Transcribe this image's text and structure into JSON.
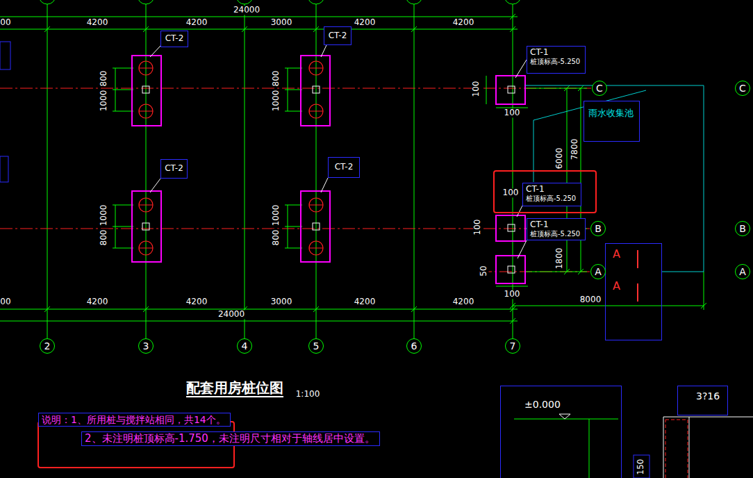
{
  "diagram": {
    "title": "配套用房桩位图",
    "nodes": [
      {
        "text": [
          "CT-2"
        ]
      },
      {
        "text": [
          "CT-2"
        ]
      },
      {
        "text": [
          "CT-1",
          "桩顶标高-5.250"
        ]
      },
      {
        "text": [
          "雨水收集池"
        ]
      },
      {
        "text": [
          "CT-2"
        ]
      },
      {
        "text": [
          "CT-2"
        ]
      },
      {
        "text": [
          "CT-1",
          "桩顶标高-5.250"
        ]
      },
      {
        "text": [
          "CT-1",
          "桩顶标高-5.250"
        ]
      },
      {
        "text": [
          "A",
          "A"
        ]
      },
      {
        "text": [
          "C"
        ]
      },
      {
        "text": [
          "C"
        ]
      },
      {
        "text": [
          "B"
        ]
      },
      {
        "text": [
          "B"
        ]
      },
      {
        "text": [
          "A"
        ]
      },
      {
        "text": [
          "A"
        ]
      },
      {
        "text": [
          "2"
        ]
      },
      {
        "text": [
          "3"
        ]
      },
      {
        "text": [
          "4"
        ]
      },
      {
        "text": [
          "5"
        ]
      },
      {
        "text": [
          "6"
        ]
      },
      {
        "text": [
          "7"
        ]
      },
      {
        "text": [
          "说明：1、所用桩与搅拌站相同，共14个。"
        ]
      },
      {
        "text": [
          "2、未注明桩顶标高-1.750，未注明尺寸相对于轴线居中设置。"
        ]
      },
      {
        "text": [
          "±0.000"
        ]
      },
      {
        "text": [
          "3?16"
        ]
      }
    ],
    "labels": [
      "00",
      "24000",
      "4200",
      "4200",
      "3000",
      "4200",
      "4200",
      "1000",
      "800",
      "1000",
      "800",
      "100",
      "100",
      "6000",
      "7800",
      "100",
      "800",
      "1000",
      "800",
      "1000",
      "100",
      "1800",
      "50",
      "100",
      "00",
      "4200",
      "4200",
      "3000",
      "4200",
      "4200",
      "24000",
      "8000",
      "1:100",
      "150"
    ]
  }
}
